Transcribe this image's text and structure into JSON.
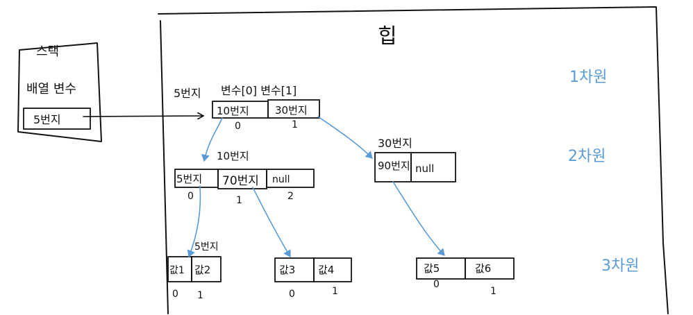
{
  "colors": {
    "ink": "#111111",
    "pointer": "#5b9bd5"
  },
  "stack": {
    "title": "스택",
    "var_name": "배열 변수",
    "value": "5번지"
  },
  "heap": {
    "title": "힙",
    "level_labels": [
      "1차원",
      "2차원",
      "3차원"
    ],
    "array_a": {
      "address": "5번지",
      "header": "변수[0] 변수[1]",
      "cells": [
        "10번지",
        "30번지"
      ],
      "indices": [
        "0",
        "1"
      ]
    },
    "array_b": {
      "address": "10번지",
      "cells": [
        "5번지",
        "70번지",
        "null"
      ],
      "indices": [
        "0",
        "1",
        "2"
      ]
    },
    "array_c": {
      "address": "30번지",
      "cells": [
        "90번지",
        "null"
      ]
    },
    "array_d": {
      "address": "5번지",
      "cells": [
        "값1",
        "값2"
      ],
      "indices": [
        "0",
        "1"
      ]
    },
    "array_e": {
      "cells": [
        "값3",
        "값4"
      ],
      "indices": [
        "0",
        "1"
      ]
    },
    "array_f": {
      "cells": [
        "값5",
        "값6"
      ],
      "indices": [
        "0",
        "1"
      ]
    }
  }
}
